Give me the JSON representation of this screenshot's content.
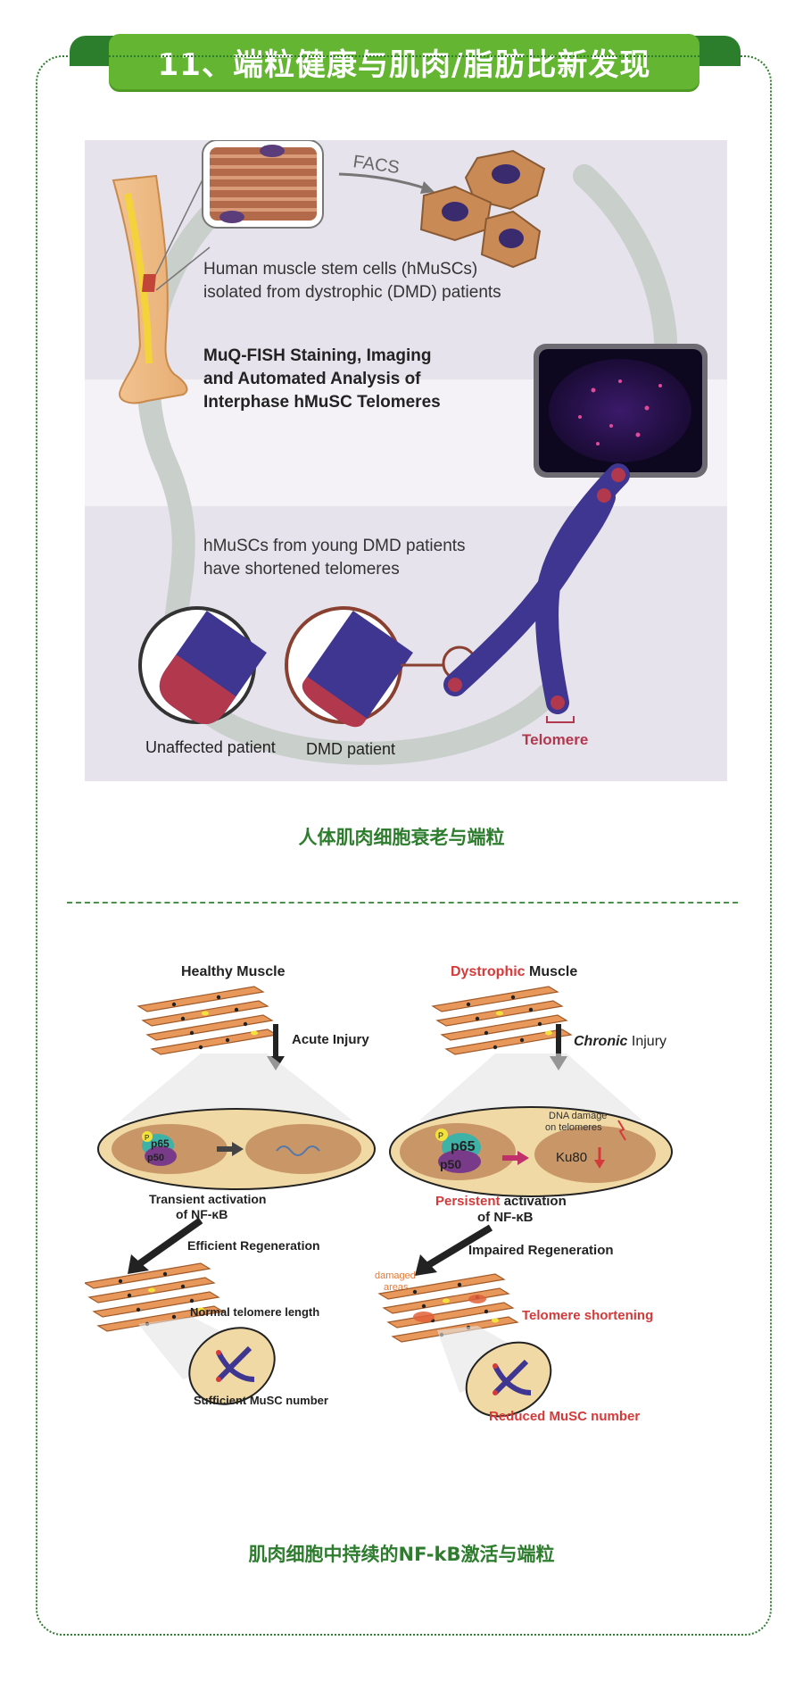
{
  "header": {
    "title": "11、端粒健康与肌肉/脂肪比新发现"
  },
  "figure1": {
    "facs_label": "FACS",
    "isolated_text_line1": "Human muscle stem cells (hMuSCs)",
    "isolated_text_line2": "isolated from dystrophic (DMD) patients",
    "staining_line1": "MuQ-FISH Staining, Imaging",
    "staining_line2": "and Automated Analysis of",
    "staining_line3": "Interphase hMuSC Telomeres",
    "short_line1": "hMuSCs from young DMD patients",
    "short_line2": "have shortened telomeres",
    "unaffected_label": "Unaffected patient",
    "dmd_label": "DMD patient",
    "telomere_label": "Telomere",
    "caption": "人体肌肉细胞衰老与端粒"
  },
  "figure2": {
    "healthy_title": "Healthy Muscle",
    "dystrophic_word": "Dystrophic",
    "muscle_word": " Muscle",
    "acute_injury": "Acute Injury",
    "chronic_word": "Chronic",
    "injury_word": " Injury",
    "p65": "p65",
    "p50": "p50",
    "p_badge": "P",
    "dna_damage_line1": "DNA damage",
    "dna_damage_line2": "on telomeres",
    "ku80": "Ku80",
    "transient_line1": "Transient activation",
    "transient_line2": "of NF-κB",
    "persistent_word": "Persistent",
    "activation_word": " activation",
    "persistent_line2": "of NF-κB",
    "efficient_regen": "Efficient Regeneration",
    "impaired_regen": "Impaired Regeneration",
    "damaged_line1": "damaged",
    "damaged_line2": "areas",
    "normal_telomere": "Normal telomere length",
    "telomere_shortening": "Telomere shortening",
    "sufficient_musc": "Sufficient MuSC number",
    "reduced_musc": "Reduced MuSC number",
    "caption": "肌肉细胞中持续的NF-kB激活与端粒"
  },
  "colors": {
    "accent_green": "#63b532",
    "dark_green": "#2c7e2c",
    "caption_green": "#2e7d2e",
    "alert_red": "#d43a3a"
  }
}
